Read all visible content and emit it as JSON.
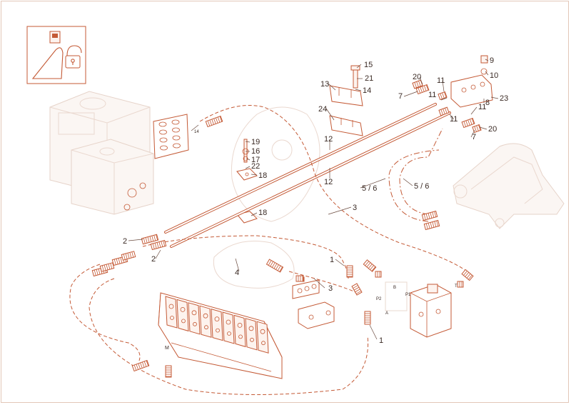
{
  "callouts": {
    "c2a": "2",
    "c2b": "2",
    "c3a": "3",
    "c3b": "3",
    "c4": "4",
    "c1a": "1",
    "c1b": "1",
    "c56a": "5 / 6",
    "c56b": "5 / 6",
    "c12a": "12",
    "c12b": "12",
    "c13": "13",
    "c24": "24",
    "c15": "15",
    "c21": "21",
    "c14a": "14",
    "c14b": "14",
    "c19": "19",
    "c16": "16",
    "c17": "17",
    "c22": "22",
    "c18a": "18",
    "c18b": "18",
    "c20a": "20",
    "c20b": "20",
    "c7a": "7",
    "c7b": "7",
    "c11a": "11",
    "c11b": "11",
    "c11c": "11",
    "c11d": "11",
    "c9": "9",
    "c10": "10",
    "c8": "8",
    "c23": "23"
  },
  "valve_labels": {
    "m": "M",
    "b": "B",
    "p1": "P1",
    "p2": "P2",
    "t": "T",
    "a": "A"
  },
  "icon": {
    "name": "lock-open-diagram"
  }
}
